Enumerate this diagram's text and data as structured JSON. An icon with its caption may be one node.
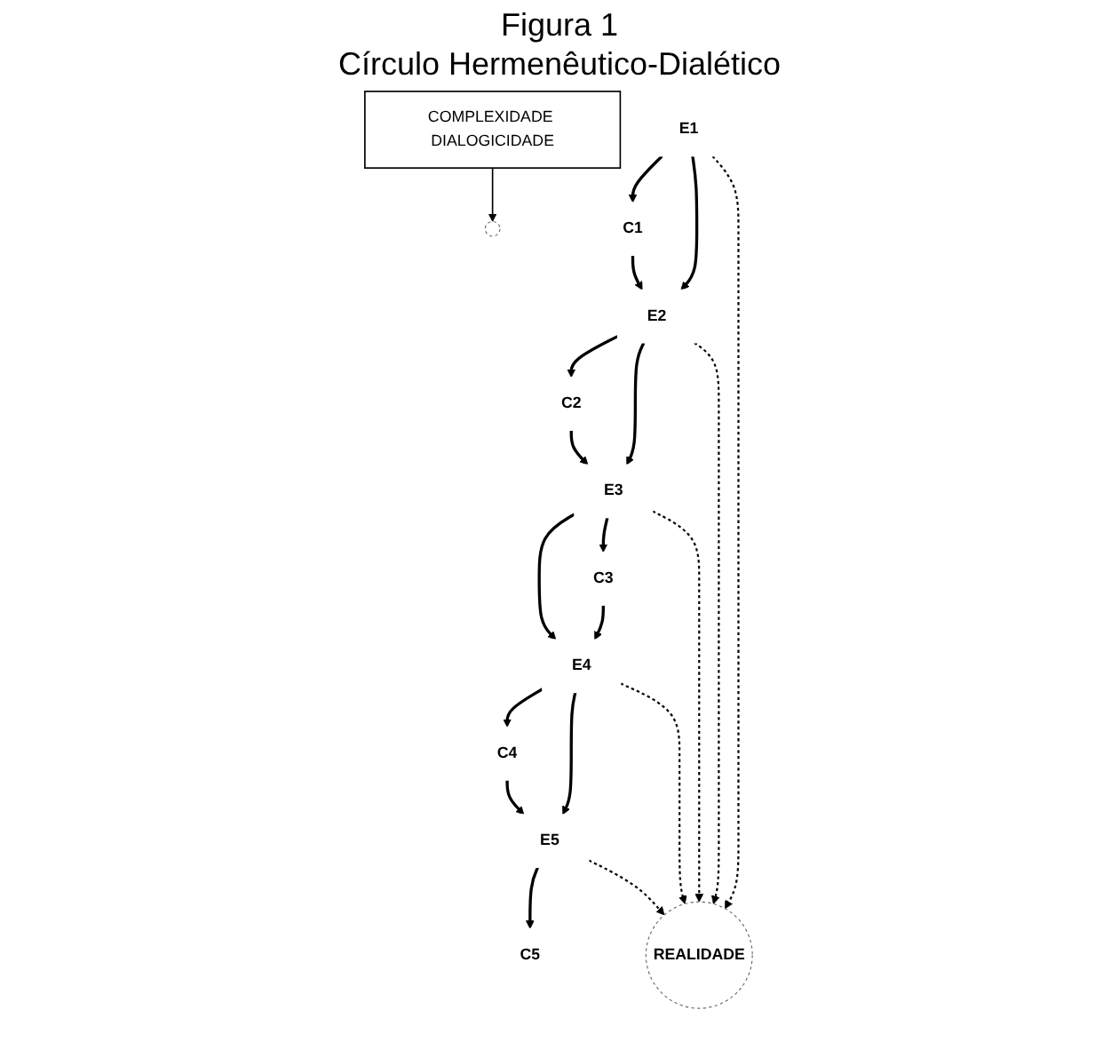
{
  "diagram": {
    "title": "Círculo Hermenêutico-Dialético",
    "labels": [
      "Figura 1"
    ],
    "nodes": [
      {
        "text": [
          "COMPLEXIDADE DIALOGICIDADE"
        ]
      },
      {
        "text": [
          "E1"
        ]
      },
      {
        "text": [],
        "shape": "circle"
      },
      {
        "text": [
          "E5"
        ]
      },
      {
        "text": [
          "C5"
        ]
      },
      {
        "text": [
          "C1"
        ]
      },
      {
        "text": [
          "E2"
        ]
      },
      {
        "text": [
          "REALIDADE"
        ]
      },
      {
        "text": [
          "C4"
        ]
      },
      {
        "text": [
          "C2"
        ]
      },
      {
        "text": [
          "C3"
        ]
      },
      {
        "text": [
          "E4"
        ]
      },
      {
        "text": [
          "E3"
        ]
      }
    ],
    "edges": [
      {
        "from": 0,
        "to": 2,
        "arrow": "to"
      },
      {
        "from": 1,
        "to": 5,
        "arrow": "to"
      },
      {
        "from": 1,
        "to": 6,
        "arrow": "to"
      },
      {
        "from": 5,
        "to": 6,
        "arrow": "to"
      },
      {
        "from": 1,
        "to": 7,
        "arrow": "to",
        "style": "dashed"
      },
      {
        "from": 6,
        "to": 9,
        "arrow": "to"
      },
      {
        "from": 6,
        "to": 12,
        "arrow": "to"
      },
      {
        "from": 6,
        "to": 7,
        "arrow": "to",
        "style": "dashed"
      },
      {
        "from": 9,
        "to": 12,
        "arrow": "to"
      },
      {
        "from": 12,
        "to": 10,
        "arrow": "to"
      },
      {
        "from": 12,
        "to": 7,
        "arrow": "to",
        "style": "dashed"
      },
      {
        "from": 10,
        "to": 11,
        "arrow": "to"
      },
      {
        "from": 12,
        "to": 11,
        "arrow": "to"
      },
      {
        "from": 11,
        "to": 8,
        "arrow": "to"
      },
      {
        "from": 11,
        "to": 3,
        "arrow": "to"
      },
      {
        "from": 11,
        "to": 7,
        "arrow": "to",
        "style": "dashed"
      },
      {
        "from": 8,
        "to": 3,
        "arrow": "to"
      },
      {
        "from": 3,
        "to": 4,
        "arrow": "to"
      },
      {
        "from": 3,
        "to": 7,
        "arrow": "to",
        "style": "dashed"
      }
    ]
  }
}
